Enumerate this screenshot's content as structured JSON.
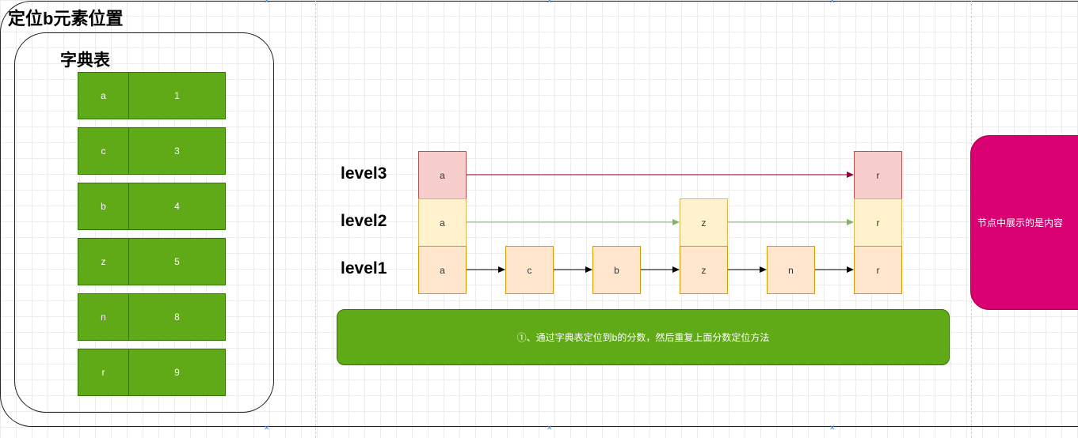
{
  "title": "定位b元素位置",
  "dictionary": {
    "title": "字典表",
    "rows": [
      {
        "key": "a",
        "value": "1"
      },
      {
        "key": "c",
        "value": "3"
      },
      {
        "key": "b",
        "value": "4"
      },
      {
        "key": "z",
        "value": "5"
      },
      {
        "key": "n",
        "value": "8"
      },
      {
        "key": "r",
        "value": "9"
      }
    ]
  },
  "levels": {
    "level3": {
      "label": "level3",
      "nodes": [
        "a",
        "r"
      ]
    },
    "level2": {
      "label": "level2",
      "nodes": [
        "a",
        "z",
        "r"
      ]
    },
    "level1": {
      "label": "level1",
      "nodes": [
        "a",
        "c",
        "b",
        "z",
        "n",
        "r"
      ]
    }
  },
  "note": "①、通过字典表定位到b的分数，然后重复上面分数定位方法",
  "side_note": "节点中展示的是内容",
  "colors": {
    "green": "#60a917",
    "level3_fill": "#f8cecc",
    "level2_fill": "#fff2cc",
    "level1_fill": "#ffe6cc",
    "level3_arrow": "#990033",
    "level2_arrow": "#82b366",
    "level1_arrow": "#000000",
    "pink": "#d80073"
  }
}
